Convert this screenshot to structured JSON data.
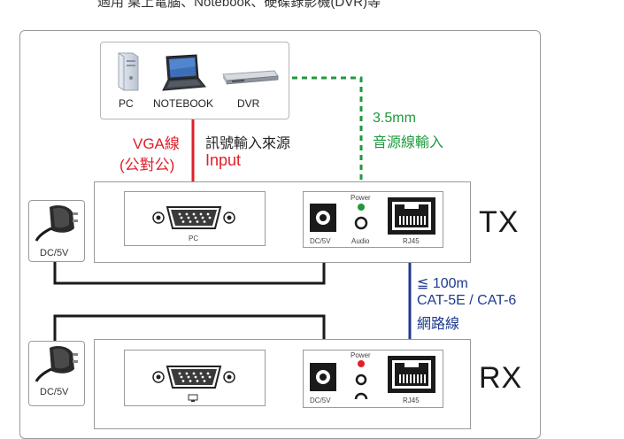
{
  "top_caption": "適用 桌上電腦、Notebook、硬碟錄影機(DVR)等",
  "source": {
    "devices": [
      {
        "label": "PC",
        "icon": "pc-tower-icon"
      },
      {
        "label": "NOTEBOOK",
        "icon": "laptop-icon"
      },
      {
        "label": "DVR",
        "icon": "dvr-icon"
      }
    ]
  },
  "vga": {
    "line1": "VGA線",
    "line2": "(公對公)"
  },
  "signal": {
    "line1": "訊號輸入來源",
    "line2": "Input"
  },
  "audio_input": {
    "line1": "3.5mm",
    "line2": "音源線輸入"
  },
  "tx": {
    "name": "TX",
    "port_pc": "PC",
    "port_dc": "DC/5V",
    "port_audio": "Audio",
    "port_rj45": "RJ45",
    "power": "Power"
  },
  "cable": {
    "line1": "≦ 100m",
    "line2": "CAT-5E / CAT-6",
    "line3": "網路線"
  },
  "rx": {
    "name": "RX",
    "port_dc": "DC/5V",
    "port_rj45": "RJ45",
    "power": "Power"
  },
  "psu_tx": {
    "label": "DC/5V"
  },
  "psu_rx": {
    "label": "DC/5V"
  },
  "colors": {
    "vga_line": "#e0202a",
    "audio_line": "#1e9a3c",
    "network_line": "#1f3a8f",
    "power_line": "#1a1a1a"
  }
}
